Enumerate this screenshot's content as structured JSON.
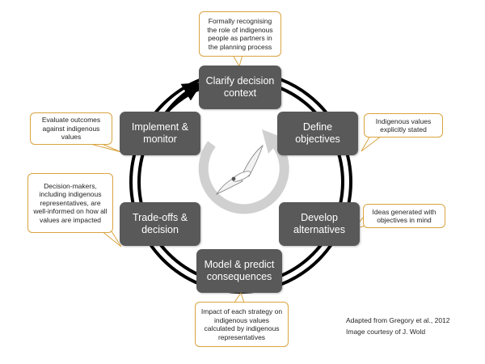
{
  "colors": {
    "step_fill": "#595959",
    "step_text": "#ffffff",
    "cycle_line": "#000000",
    "callout_border": "#d9a441",
    "center_arrow": "#d0d0d0"
  },
  "icons": {
    "center": "bird-in-circular-arrow-icon"
  },
  "steps": [
    {
      "label": "Clarify decision context"
    },
    {
      "label": "Define objectives"
    },
    {
      "label": "Develop alternatives"
    },
    {
      "label": "Model & predict consequences"
    },
    {
      "label": "Trade-offs & decision"
    },
    {
      "label": "Implement & monitor"
    }
  ],
  "callouts": [
    {
      "text": "Formally recognising the role of indigenous people as partners in the planning process"
    },
    {
      "text": "Indigenous values explicitly stated"
    },
    {
      "text": "Ideas generated with objectives in mind"
    },
    {
      "text": "Impact of each strategy on indigenous values calculated by indigenous representatives"
    },
    {
      "text": "Decision-makers, including indigenous representatives, are well-informed on how all values are impacted"
    },
    {
      "text": "Evaluate outcomes against indigenous values"
    }
  ],
  "credits": {
    "adapted": "Adapted from Gregory et al., 2012",
    "image": "Image courtesy of J. Wold"
  }
}
